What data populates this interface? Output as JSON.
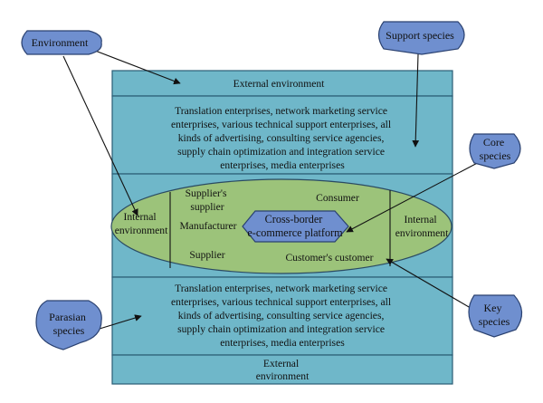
{
  "layers": {
    "external_top": "External environment",
    "support_top": [
      "Translation enterprises, network marketing service",
      "enterprises, various technical support enterprises, all",
      "kinds of advertising, consulting service agencies,",
      "supply chain optimization and integration service",
      "enterprises, media enterprises"
    ],
    "support_bottom": [
      "Translation enterprises, network marketing service",
      "enterprises, various technical support enterprises, all",
      "kinds of advertising, consulting service agencies,",
      "supply chain optimization and integration service",
      "enterprises, media enterprises"
    ],
    "external_bottom": [
      "External",
      "environment"
    ]
  },
  "core": {
    "internal_left": [
      "Internal",
      "environment"
    ],
    "internal_right": [
      "Internal",
      "environment"
    ],
    "suppliers_supplier": [
      "Supplier's",
      "supplier"
    ],
    "manufacturer": "Manufacturer",
    "supplier": "Supplier",
    "consumer": "Consumer",
    "customers_customer": "Customer's customer",
    "platform": [
      "Cross-border",
      "e-commerce platform"
    ]
  },
  "tags": {
    "environment": [
      "Environment"
    ],
    "support_species": [
      "Support species"
    ],
    "core_species": [
      "Core",
      "species"
    ],
    "parasian_species": [
      "Parasian",
      "species"
    ],
    "key_species": [
      "Key",
      "species"
    ]
  },
  "colors": {
    "band": "#6fb7c9",
    "ellipse": "#9cc37a",
    "tag": "#6f8fcf"
  }
}
